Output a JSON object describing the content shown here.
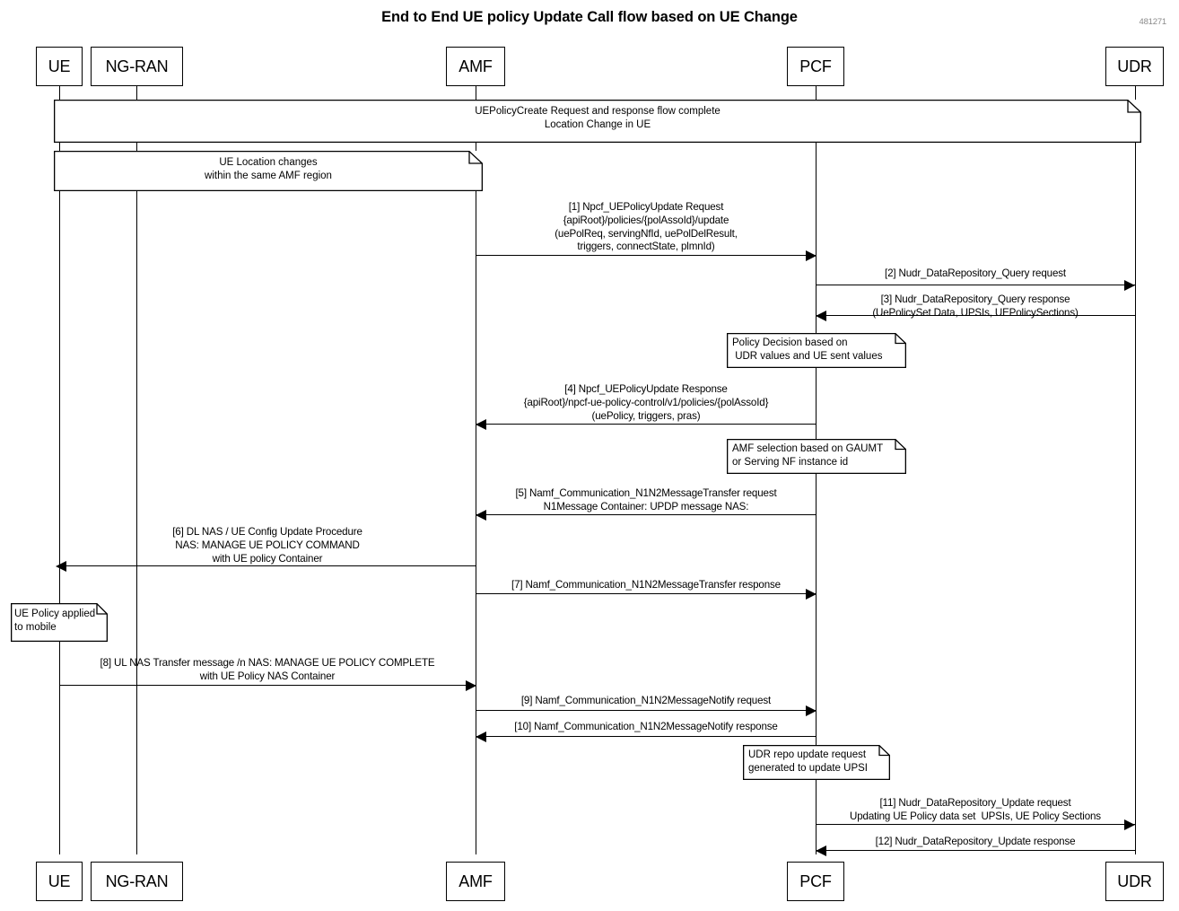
{
  "diagram": {
    "title": "End to End UE policy Update Call flow based on UE Change",
    "doc_id": "481271",
    "actors": [
      {
        "id": "ue",
        "label": "UE"
      },
      {
        "id": "ngran",
        "label": "NG-RAN"
      },
      {
        "id": "amf",
        "label": "AMF"
      },
      {
        "id": "pcf",
        "label": "PCF"
      },
      {
        "id": "udr",
        "label": "UDR"
      }
    ],
    "notes": [
      {
        "id": "note-uepolicycreate",
        "text": "UEPolicyCreate Request and response flow complete\nLocation Change in UE"
      },
      {
        "id": "note-ue-location",
        "text": "UE Location changes\nwithin the same AMF region"
      },
      {
        "id": "note-policy-decision",
        "text": "Policy Decision based on\n UDR values and UE sent values"
      },
      {
        "id": "note-amf-selection",
        "text": "AMF selection based on GAUMT\nor Serving NF instance id"
      },
      {
        "id": "note-ue-policy-applied",
        "text": "UE Policy applied\nto mobile"
      },
      {
        "id": "note-udr-repo-update",
        "text": "UDR repo update request\ngenerated to update UPSI"
      }
    ],
    "messages": [
      {
        "id": "msg-1",
        "number": "[1]",
        "text": "[1] Npcf_UEPolicyUpdate Request\n{apiRoot}/policies/{polAssoId}/update\n(uePolReq, servingNfId, uePolDelResult,\ntriggers, connectState, plmnId)",
        "from": "amf",
        "to": "pcf"
      },
      {
        "id": "msg-2",
        "number": "[2]",
        "text": "[2] Nudr_DataRepository_Query request",
        "from": "pcf",
        "to": "udr"
      },
      {
        "id": "msg-3",
        "number": "[3]",
        "text": "[3] Nudr_DataRepository_Query response\n(UePolicySet Data, UPSIs, UEPolicySections)",
        "from": "udr",
        "to": "pcf"
      },
      {
        "id": "msg-4",
        "number": "[4]",
        "text": "[4] Npcf_UEPolicyUpdate Response\n{apiRoot}/npcf-ue-policy-control/v1/policies/{polAssoId}\n(uePolicy, triggers, pras)",
        "from": "pcf",
        "to": "amf"
      },
      {
        "id": "msg-5",
        "number": "[5]",
        "text": "[5] Namf_Communication_N1N2MessageTransfer request\nN1Message Container: UPDP message NAS:",
        "from": "pcf",
        "to": "amf"
      },
      {
        "id": "msg-6",
        "number": "[6]",
        "text": "[6] DL NAS / UE Config Update Procedure\nNAS: MANAGE UE POLICY COMMAND\nwith UE policy Container",
        "from": "amf",
        "to": "ue"
      },
      {
        "id": "msg-7",
        "number": "[7]",
        "text": "[7] Namf_Communication_N1N2MessageTransfer response",
        "from": "amf",
        "to": "pcf"
      },
      {
        "id": "msg-8",
        "number": "[8]",
        "text": "[8] UL NAS Transfer message /n NAS: MANAGE UE POLICY COMPLETE\nwith UE Policy NAS Container",
        "from": "ue",
        "to": "amf"
      },
      {
        "id": "msg-9",
        "number": "[9]",
        "text": "[9] Namf_Communication_N1N2MessageNotify request",
        "from": "amf",
        "to": "pcf"
      },
      {
        "id": "msg-10",
        "number": "[10]",
        "text": "[10] Namf_Communication_N1N2MessageNotify response",
        "from": "pcf",
        "to": "amf"
      },
      {
        "id": "msg-11",
        "number": "[11]",
        "text": "[11] Nudr_DataRepository_Update request\nUpdating UE Policy data set  UPSIs, UE Policy Sections",
        "from": "pcf",
        "to": "udr"
      },
      {
        "id": "msg-12",
        "number": "[12]",
        "text": "[12] Nudr_DataRepository_Update response",
        "from": "udr",
        "to": "pcf"
      }
    ]
  }
}
